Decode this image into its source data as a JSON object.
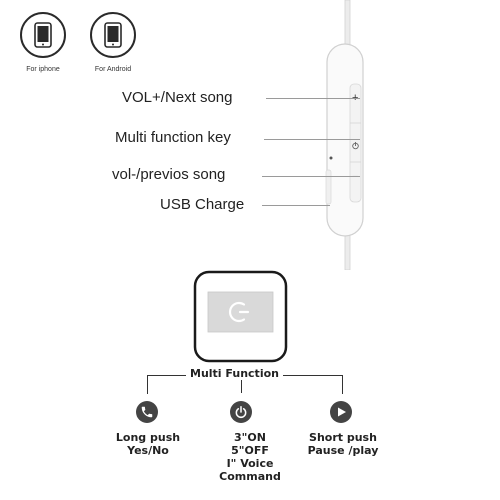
{
  "compat": {
    "iphone_label": "For iphone",
    "android_label": "For Android"
  },
  "callouts": {
    "vol_up": "VOL+/Next song",
    "multi_key": "Multi function key",
    "vol_down": "vol-/previos song",
    "usb": "USB Charge"
  },
  "remote_buttons": {
    "plus": "+",
    "minus": "−"
  },
  "multi_function": {
    "title": "Multi Function",
    "long_push_line1": "Long push",
    "long_push_line2": "Yes/No",
    "power_line1": "3\"ON",
    "power_line2": "5\"OFF",
    "power_line3": "I\" Voice",
    "power_line4": "Command",
    "short_push_line1": "Short push",
    "short_push_line2": "Pause /play"
  },
  "colors": {
    "icon_fill": "#444444",
    "line": "#333333",
    "leader": "#9a9a9a"
  }
}
